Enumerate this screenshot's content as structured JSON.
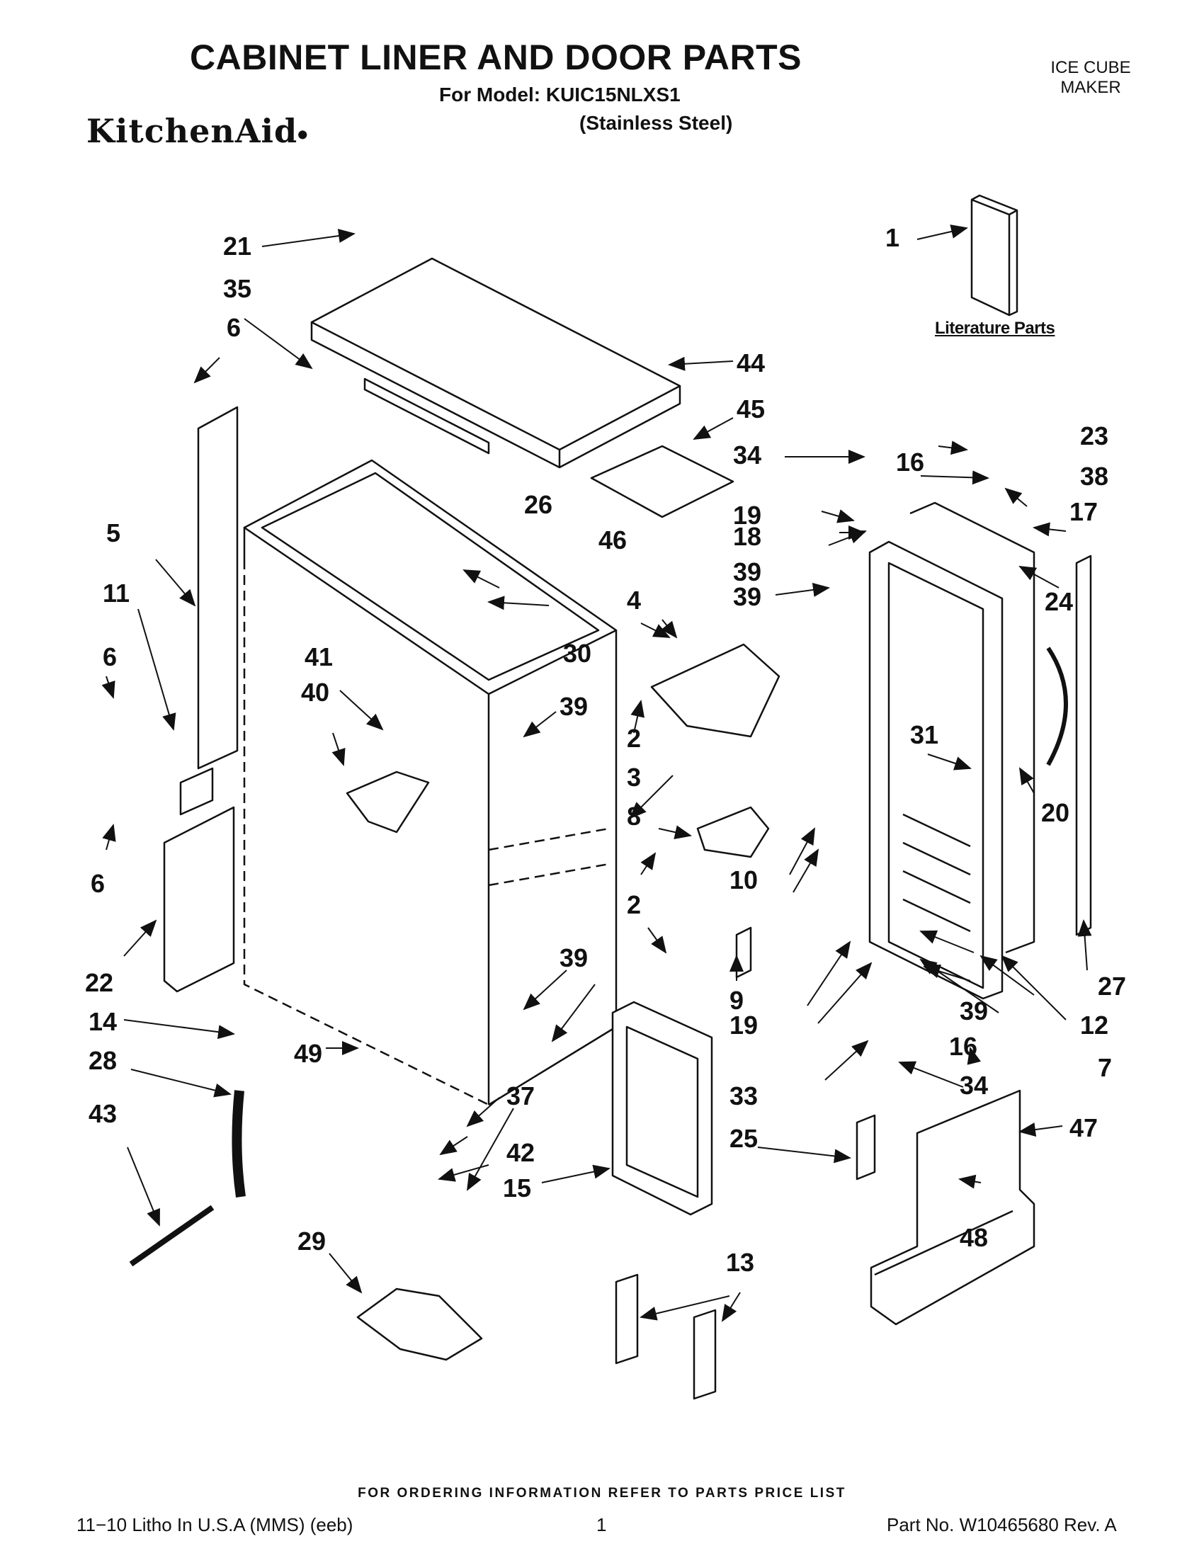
{
  "header": {
    "title": "CABINET LINER AND DOOR PARTS",
    "model_line": "For Model: KUIC15NLXS1",
    "finish": "(Stainless Steel)",
    "brand": "KitchenAid",
    "product": [
      "ICE CUBE",
      "MAKER"
    ]
  },
  "literature_label": "Literature Parts",
  "part_labels": [
    "1",
    "2",
    "2",
    "3",
    "4",
    "5",
    "6",
    "6",
    "6",
    "7",
    "8",
    "9",
    "10",
    "11",
    "12",
    "13",
    "14",
    "15",
    "16",
    "16",
    "17",
    "18",
    "19",
    "19",
    "20",
    "21",
    "22",
    "23",
    "24",
    "25",
    "26",
    "27",
    "28",
    "29",
    "30",
    "31",
    "33",
    "34",
    "34",
    "35",
    "37",
    "38",
    "39",
    "39",
    "39",
    "39",
    "39",
    "40",
    "41",
    "42",
    "43",
    "44",
    "45",
    "46",
    "47",
    "48",
    "49"
  ],
  "footer": {
    "ordering_note": "FOR ORDERING INFORMATION REFER TO PARTS PRICE LIST",
    "litho": "11−10 Litho In U.S.A (MMS) (eeb)",
    "page": "1",
    "part_no": "Part No. W10465680 Rev. A"
  }
}
